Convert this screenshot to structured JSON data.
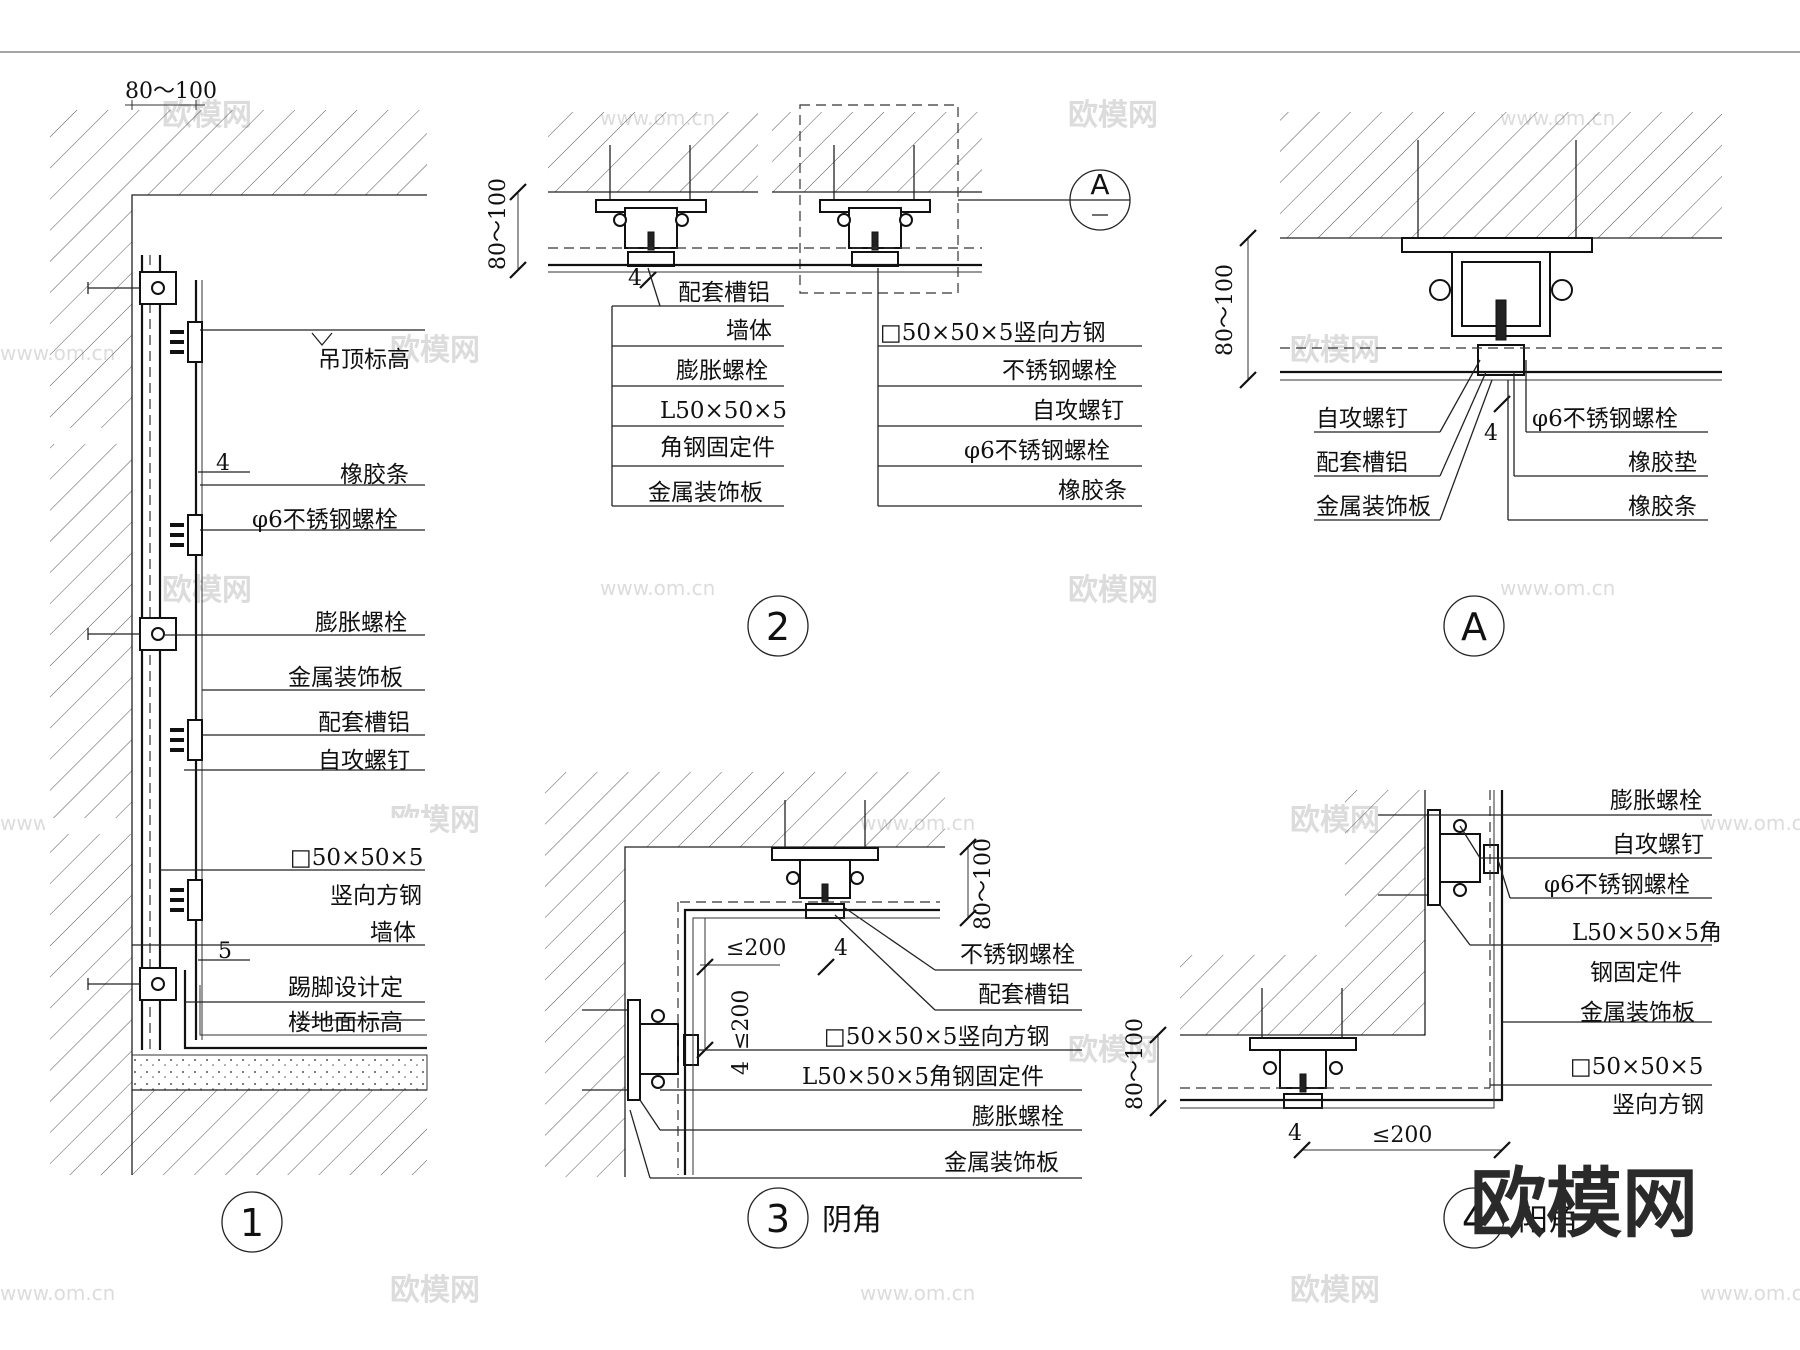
{
  "details": {
    "d1": {
      "number": "1",
      "dim_top": "80～100",
      "dim_gap": "4",
      "dim_base": "5",
      "labels": [
        "吊顶标高",
        "橡胶条",
        "φ6不锈钢螺栓",
        "膨胀螺栓",
        "金属装饰板",
        "配套槽铝",
        "自攻螺钉",
        "□50×50×5",
        "竖向方钢",
        "墙体",
        "踢脚设计定",
        "楼地面标高"
      ]
    },
    "d2": {
      "number": "2",
      "ref_marker": "A",
      "dim_height": "80～100",
      "dim_gap": "4",
      "labels_left": [
        "配套槽铝",
        "墙体",
        "膨胀螺栓",
        "L50×50×5",
        "角钢固定件",
        "金属装饰板"
      ],
      "labels_right": [
        "□50×50×5竖向方钢",
        "不锈钢螺栓",
        "自攻螺钉",
        "φ6不锈钢螺栓",
        "橡胶条"
      ]
    },
    "dA": {
      "number": "A",
      "dim_height": "80～100",
      "dim_gap": "4",
      "labels_left": [
        "自攻螺钉",
        "配套槽铝",
        "金属装饰板"
      ],
      "labels_right": [
        "φ6不锈钢螺栓",
        "橡胶垫",
        "橡胶条"
      ]
    },
    "d3": {
      "number": "3",
      "caption": "阴角",
      "dim_height": "80～100",
      "dim_h200": "≤200",
      "dim_v200": "≤200",
      "dim_gap1": "4",
      "dim_gap2": "4",
      "labels": [
        "不锈钢螺栓",
        "配套槽铝",
        "□50×50×5竖向方钢",
        "L50×50×5角钢固定件",
        "膨胀螺栓",
        "金属装饰板"
      ]
    },
    "d4": {
      "number": "4",
      "caption": "阳角",
      "dim_height": "80～100",
      "dim_gap": "4",
      "dim_200": "≤200",
      "labels": [
        "膨胀螺栓",
        "自攻螺钉",
        "φ6不锈钢螺栓",
        "L50×50×5角",
        "钢固定件",
        "金属装饰板",
        "□50×50×5",
        "竖向方钢"
      ]
    }
  },
  "watermark": {
    "brand": "欧模网",
    "url": "www.om.cn",
    "corner_logo": "欧模网"
  }
}
